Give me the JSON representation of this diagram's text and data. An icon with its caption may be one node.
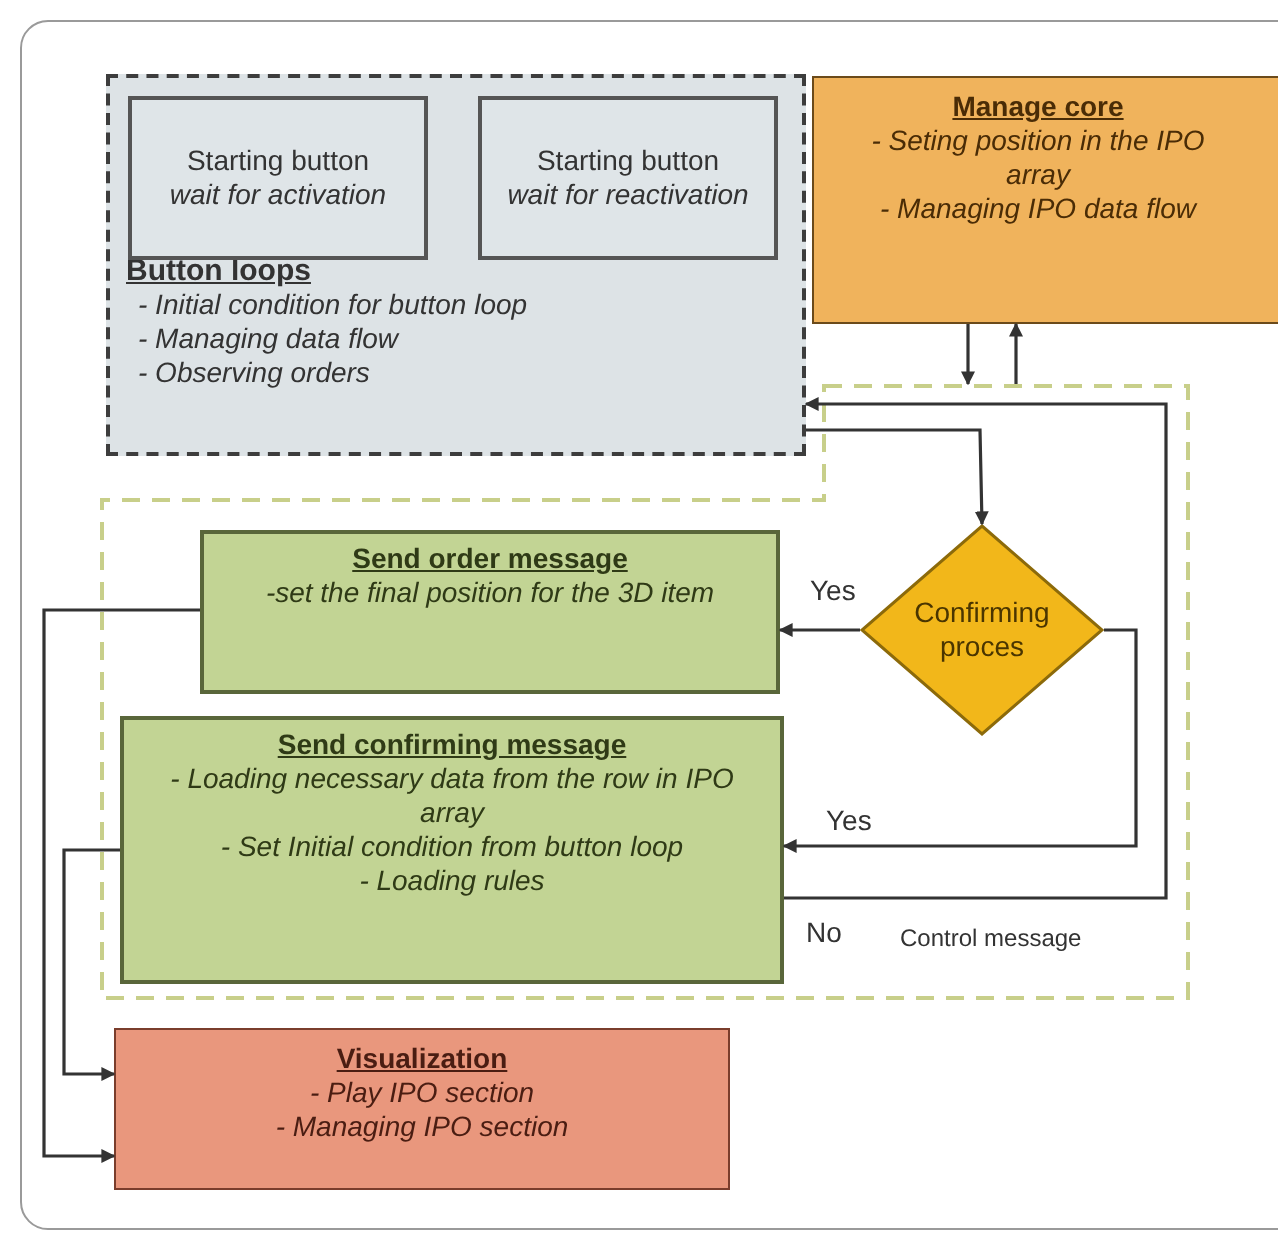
{
  "diagram": {
    "nodes": [
      {
        "text": [
          "Button loops",
          "- Initial condition for button loop",
          "- Managing data flow",
          "- Observing orders"
        ]
      },
      {
        "text": [
          "Starting button",
          "wait for activation"
        ],
        "in": 0
      },
      {
        "text": [
          "Starting button",
          "wait for reactivation"
        ],
        "in": 0
      },
      {
        "text": [
          "Manage core",
          "- Seting position in the IPO array",
          "- Managing IPO data flow"
        ]
      },
      {
        "text": [],
        "shape": "box"
      },
      {
        "text": [
          "Send order message",
          "-set the final position for the 3D item"
        ],
        "in": 4
      },
      {
        "text": [
          "Confirming proces"
        ],
        "in": 4
      },
      {
        "text": [
          "Send confirming message",
          "- Loading necessary data from the row in IPO array",
          "- Set Initial condition from button loop",
          "- Loading rules"
        ],
        "in": 4
      },
      {
        "text": [
          "Visualization",
          "- Play IPO section",
          "- Managing IPO section"
        ]
      }
    ],
    "edges": [
      {
        "from": 3,
        "to": 4,
        "arrow": "to"
      },
      {
        "from": 4,
        "to": 3,
        "arrow": "to"
      },
      {
        "from": 0,
        "to": 6,
        "arrow": "to"
      },
      {
        "from": 6,
        "to": 5,
        "arrow": "to",
        "label": "Yes"
      },
      {
        "from": 6,
        "to": 7,
        "arrow": "to",
        "label": "Yes"
      },
      {
        "from": 7,
        "to": 0,
        "arrow": "to",
        "label": "No"
      },
      {
        "from": 5,
        "to": 8,
        "arrow": "to"
      },
      {
        "from": 7,
        "to": 8,
        "arrow": "to"
      }
    ],
    "labels": [
      "Control message"
    ]
  }
}
